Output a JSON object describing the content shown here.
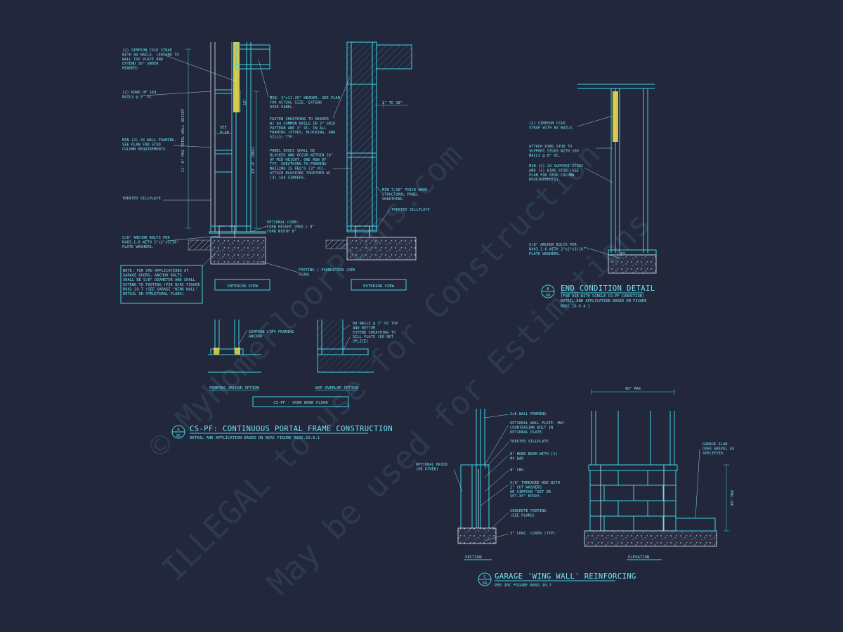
{
  "colors": {
    "background": "#23273b",
    "line": "#3fd3e6",
    "text": "#9be9f2",
    "accent": "#e8d84a"
  },
  "detail_a": {
    "notes_left": [
      [
        "(2) SIMPSON CS16 STRAP",
        "WITH 8d NAILS. (EXTEND TO",
        "WALL TOP PLATE AND",
        "EXTEND 16\" UNDER",
        "HEADER)"
      ],
      [
        "(2) ROWS OF 16d",
        "NAILS @ 3\" OC"
      ],
      [
        "MIN (2) 2X WALL FRAMING.",
        "SEE PLAN FOR STUD",
        "COLUMN REQUIREMENTS."
      ],
      [
        "TREATED SILLPLATE"
      ],
      [
        "5/8\" ANCHOR BOLTS PER",
        "R403.1.6 WITH 2\"x2\"x3/16\"",
        "PLATE WASHERS."
      ]
    ],
    "note_box": [
      "NOTE: FOR CMU APPLICATIONS AT",
      "GARAGE DOORS, ANCHOR BOLTS",
      "SHALL BE 5/8\" DIAMETER AND SHALL",
      "EXTEND TO FOOTING (PER NCRC FIGURE",
      "R602.10.7 (SEE GARAGE \"WING WALL\"",
      "DETAIL ON STRUCTURAL PLANS)"
    ],
    "see_plan": [
      "SEE",
      "PLAN"
    ],
    "dim_vert_1": "11'-0\" MAX TOTAL WALL HEIGHT",
    "dim_vert_2": "10'-0\" (MAX)",
    "dim_vert_3": "16\"",
    "notes_mid": [
      [
        "MIN. 3\"x11.25\" HEADER. SEE PLAN",
        "FOR ACTUAL SIZE. EXTEND",
        "OVER PANEL."
      ],
      [
        "FASTEN SHEATHING TO HEADER",
        "W/ 8d COMMON NAILS IN 3\" GRID",
        "PATTERN AND 3\" OC. IN ALL",
        "FRAMING (STUDS, BLOCKING, AND",
        "SILLS) TYP."
      ],
      [
        "PANEL EDGES SHALL BE",
        "BLOCKED AND OCCUR WITHIN 24\"",
        "OF MID-HEIGHT. ONE ROW OF",
        "TYP. SHEATHING-TO-FRAMING",
        "NAILING IS REQ'D (3\" OC).",
        "ATTACH BLOCKING TOGETHER W/",
        "(3) 16d SINKERS."
      ],
      [
        "OPTIONAL CURB:",
        "CURB HEIGHT (MAX.) 8\"",
        "CURB WIDTH 8\""
      ],
      [
        "FOOTING / FOUNDATION (SEE",
        "PLAN)"
      ]
    ],
    "dim_horiz": "2\" TO 18\"",
    "notes_right": [
      [
        "MIN 7/16\" THICK WOOD",
        "STRUCTURAL PANEL",
        "SHEATHING"
      ],
      [
        "TREATED SILLPLATE"
      ]
    ],
    "interior_label": "INTERIOR VIEW",
    "exterior_label": "EXTERIOR VIEW",
    "anchor_note": [
      "SIMPSON LTP4 FRAMING",
      "ANCHOR"
    ],
    "overlap_note": [
      "8d NAILS @ 3\" OC TOP",
      "AND BOTTOM",
      "EXTEND SHEATHING TO",
      "SILL PLATE (DO NOT",
      "SPLICE)"
    ],
    "framing_anchor_label": "FRAMING ANCHOR OPTION",
    "wsp_overlap_label": "WSP OVERLAP OPTION",
    "wood_floor_label": "CS-PF - OVER WOOD FLOOR",
    "bubble": {
      "letter": "A",
      "sheet": "SD"
    },
    "title": "CS-PF: CONTINUOUS PORTAL FRAME CONSTRUCTION",
    "subtitle": "DETAIL AND APPLICATION BASED ON NCRC FIGURE R602.10.6.1"
  },
  "detail_b": {
    "notes": [
      [
        "(2) SIMPSON CS16",
        "STRAP WITH 8d NAILS."
      ],
      [
        "ATTACH KING STUD TO",
        "SUPPORT STUDS WITH 10d",
        "NAILS @ 8\" OC."
      ],
      [
        "MIN (2) 2X SUPPORT STUDS",
        "AND (1) KING STUD (SEE",
        "PLAN FOR STUD COLUMN",
        "REQUIREMENTS)."
      ],
      [
        "5/8\" ANCHOR BOLTS PER",
        "R403.1.6 WITH 2\"x2\"x3/16\"",
        "PLATE WASHERS."
      ]
    ],
    "bubble": {
      "letter": "B",
      "sheet": "SD"
    },
    "title": "END CONDITION DETAIL",
    "subtitle": [
      "(FOR USE WITH SINGLE CS-PF CONDITION)",
      "DETAIL AND APPLICATION BASED ON FIGURE",
      "R602.10.6.4.1"
    ]
  },
  "detail_c": {
    "dim_top": "48\" MAX",
    "dim_side": "48\" MAX",
    "notes": [
      [
        "2x6 WALL FRAMING"
      ],
      [
        "OPTIONAL WALL PLATE. MAY",
        "COUNTERSINK BOLT IN",
        "OPTIONAL PLATE."
      ],
      [
        "TREATED SILLPLATE"
      ],
      [
        "8\" BOND BEAM WITH (1)",
        "#4 BAR"
      ],
      [
        "8\" CMU"
      ],
      [
        "5/8\" THREADED ROD WITH",
        "2\" CUT WASHERS",
        "OR SIMPSON \"SET OR",
        "SET-XP\" EPOXY."
      ],
      [
        "CONCRETE FOOTING",
        "(SEE PLANS)"
      ],
      [
        "3\" CONC. COVER (TYP)"
      ]
    ],
    "brick_note": [
      "OPTIONAL BRICK",
      "(OR OTHER)"
    ],
    "slab_note": [
      "GARAGE SLAB",
      "OVER GRAVEL AS",
      "SPECIFIED"
    ],
    "section_label": "SECTION",
    "elevation_label": "ELEVATION",
    "bubble": {
      "letter": "C",
      "sheet": "SD"
    },
    "title": "GARAGE 'WING WALL' REINFORCING",
    "subtitle": "PER IRC FIGURE R602.10.7"
  },
  "watermark": [
    "© MyHomeFloorPlans.com",
    "ILLEGAL to use for Construction",
    "May be used for Estimations"
  ]
}
